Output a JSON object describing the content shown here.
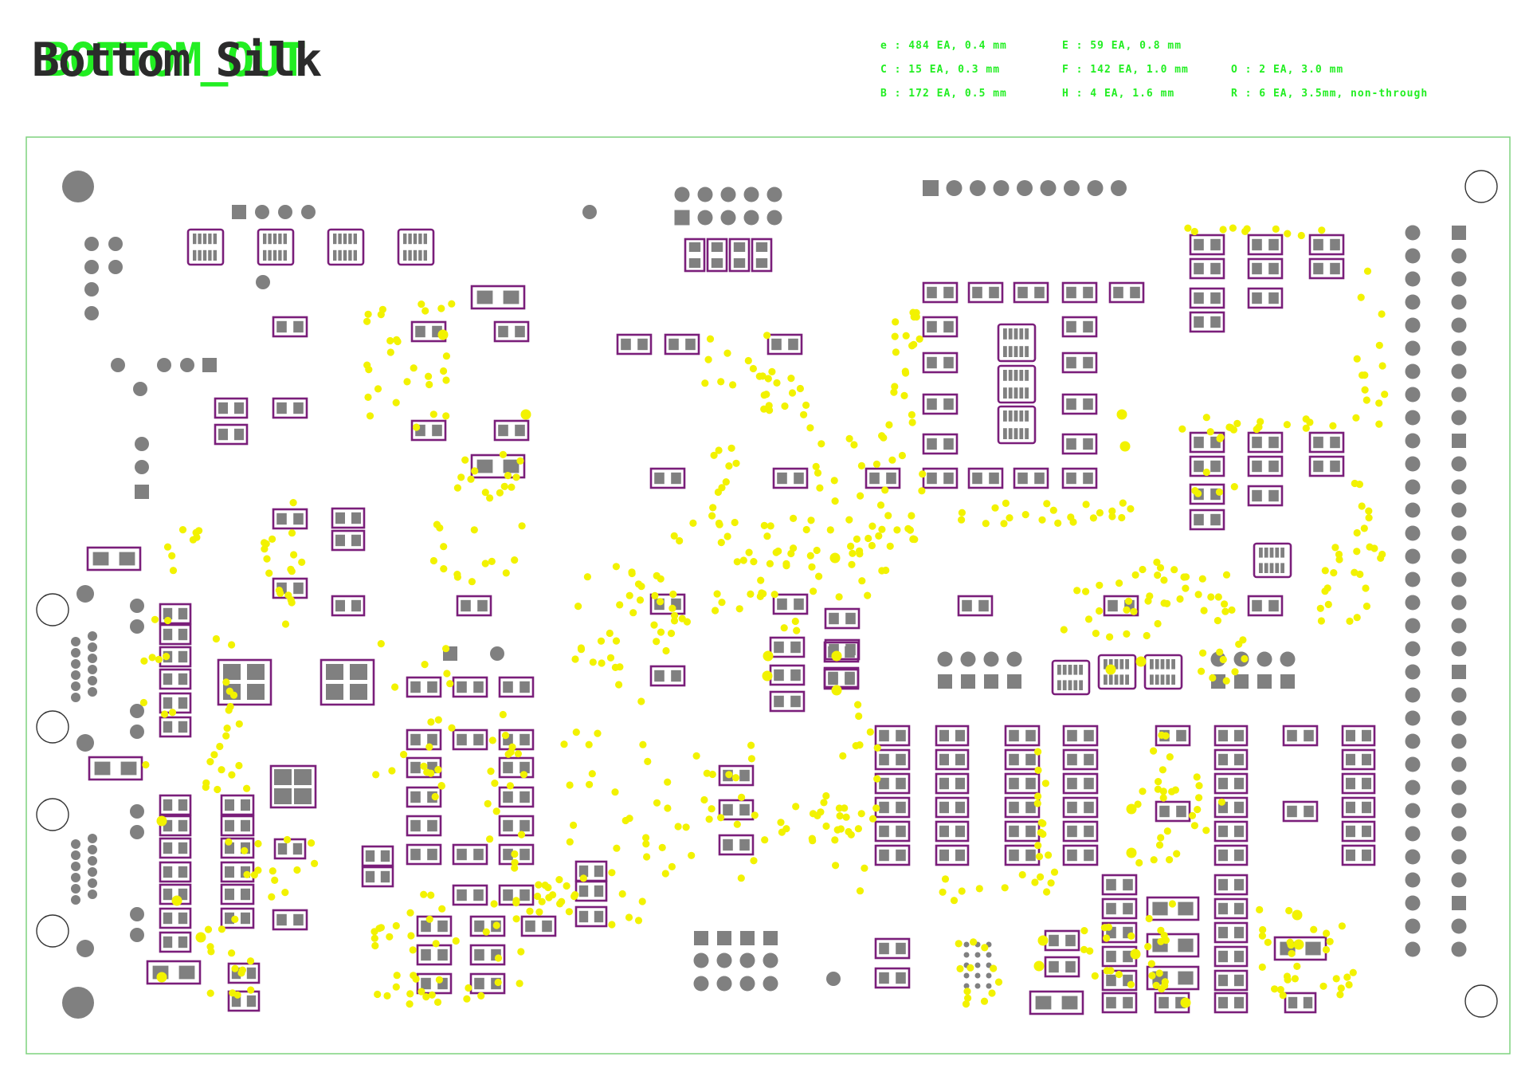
{
  "title": {
    "overlay_text": "BOTTOM_OUT",
    "main_text": "Bottom Silk"
  },
  "drill_legend": [
    {
      "text": "e :   484  EA, 0.4  mm"
    },
    {
      "text": "C :   15  EA, 0.3  mm"
    },
    {
      "text": "B :  172   EA, 0.5  mm"
    },
    {
      "text": "E :  59  EA, 0.8  mm"
    },
    {
      "text": "F :  142   EA, 1.0  mm"
    },
    {
      "text": "H :     4    EA, 1.6  mm"
    },
    {
      "text": "O :     2  EA, 3.0  mm"
    },
    {
      "text": "R :     6   EA, 3.5mm, non-through"
    }
  ],
  "colors": {
    "outline": "#7fd27f",
    "pad": "#808080",
    "silk": "#7a1e7a",
    "via": "#f2f200",
    "legend": "#22ee22",
    "title": "#2b2b2b"
  }
}
